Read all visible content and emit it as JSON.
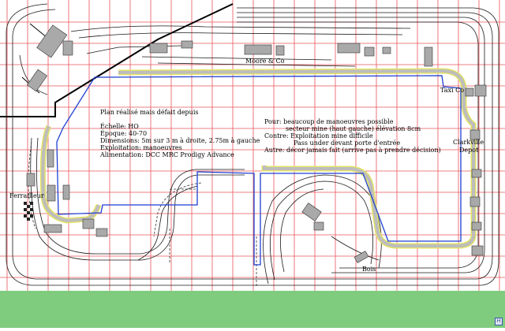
{
  "labels": {
    "moore": "Moore & Co",
    "taxi": "Taxi  Co",
    "clarkville_line1": "Clarkville",
    "clarkville_line2": "Depot",
    "ferrailleur": "Ferrailleur",
    "bois": "Bois"
  },
  "notes_left": {
    "title": "Plan réalisé mais défait depuis",
    "echelle": "Échelle: HO",
    "epoque": "Époque: 40-70",
    "dimensions": "Dimensions: 5m sur 3 m à droite, 2.75m à gauche",
    "exploitation": "Exploitation: manoeuvres",
    "alimentation": "Alimentation: DCC MRC Prodigy Advance"
  },
  "notes_right": {
    "pour1": "Pour: beaucoup de manoeuvres possible",
    "pour2": "secteur mine (haut gauche) élévation 8cm",
    "contre1": "Contre: Exploitation mine difficile",
    "contre2": "Pass under devant porte d'entrée",
    "autre": "Autre: décor jamais fait (arrive pas à prendre décision)"
  },
  "colors": {
    "grid": "#e8545a",
    "track": "#1a1a1a",
    "benchwork": "#1f3fd1",
    "roadway": "#bdbdbd",
    "road_edge": "#e3e36a",
    "building": "#a9a9a9",
    "ground": "#7fcc7f"
  },
  "corner_button": "H"
}
